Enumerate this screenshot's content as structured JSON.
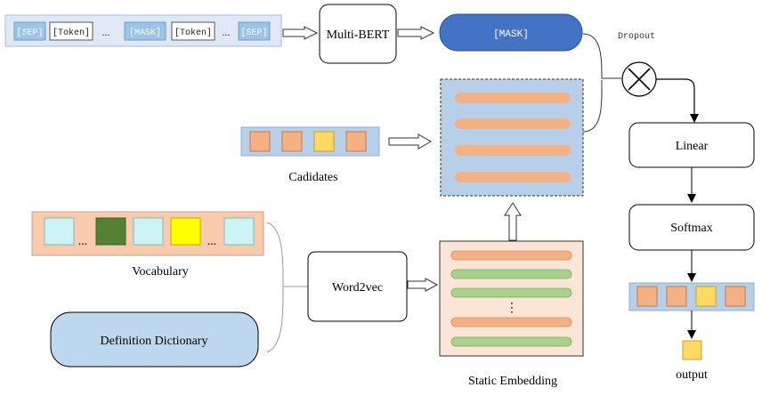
{
  "input_sequence": {
    "tokens": [
      "[SEP]",
      "[Token]",
      "...",
      "[MASK]",
      "[Token]",
      "...",
      "[SEP]"
    ]
  },
  "multi_bert": {
    "label": "Multi-BERT"
  },
  "mask_output": {
    "label": "[MASK]"
  },
  "dropout": {
    "label": "Dropout"
  },
  "candidates": {
    "label": "Cadidates"
  },
  "vocabulary": {
    "label": "Vocabulary",
    "dots": "..."
  },
  "definition_dictionary": {
    "label": "Definition Dictionary"
  },
  "word2vec": {
    "label": "Word2vec"
  },
  "static_embedding": {
    "label": "Static Embedding",
    "dots": "⋮"
  },
  "linear": {
    "label": "Linear"
  },
  "softmax": {
    "label": "Softmax"
  },
  "output": {
    "label": "output"
  },
  "colors": {
    "light_blue_bg": "#b7cfe9",
    "blue_mask": "#4472c4",
    "orange": "#f4b183",
    "yellow": "#ffd966",
    "green": "#a9d18e",
    "peach_bg": "#f8cbad",
    "light_peach": "#fbe5d6",
    "cyan_square": "#ccf2f4",
    "dark_green": "#548235",
    "bright_yellow": "#ffff00",
    "stroke": "#000000"
  }
}
